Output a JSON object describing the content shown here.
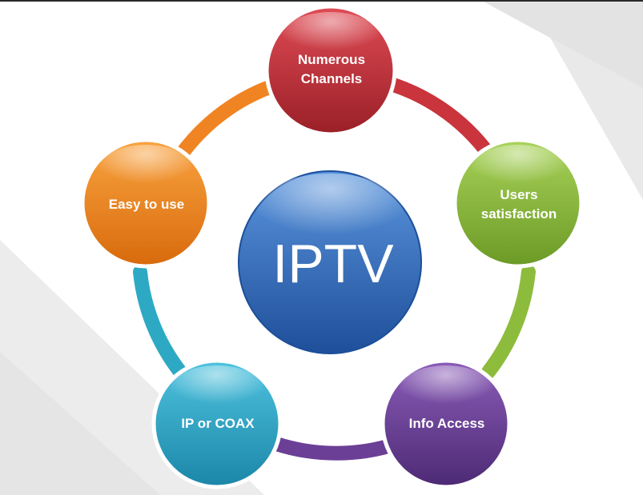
{
  "diagram": {
    "center": {
      "label": "IPTV",
      "color": "#2f6fc0"
    },
    "nodes": [
      {
        "id": "numerous-channels",
        "lines": [
          "Numerous",
          "Channels"
        ],
        "color": "#c2303a"
      },
      {
        "id": "users-satisfaction",
        "lines": [
          "Users",
          "satisfaction"
        ],
        "color": "#8dbc3d"
      },
      {
        "id": "info-access",
        "lines": [
          "Info Access"
        ],
        "color": "#6b3f96"
      },
      {
        "id": "ip-or-coax",
        "lines": [
          "IP or COAX"
        ],
        "color": "#2aa6c9"
      },
      {
        "id": "easy-to-use",
        "lines": [
          "Easy to use"
        ],
        "color": "#f08422"
      }
    ],
    "arcs": [
      {
        "from": "numerous-channels",
        "to": "users-satisfaction",
        "color": "#c9343d"
      },
      {
        "from": "users-satisfaction",
        "to": "info-access",
        "color": "#8dbc3d"
      },
      {
        "from": "info-access",
        "to": "ip-or-coax",
        "color": "#6b3f96"
      },
      {
        "from": "ip-or-coax",
        "to": "easy-to-use",
        "color": "#2ea9c4"
      },
      {
        "from": "easy-to-use",
        "to": "numerous-channels",
        "color": "#f08422"
      }
    ]
  }
}
